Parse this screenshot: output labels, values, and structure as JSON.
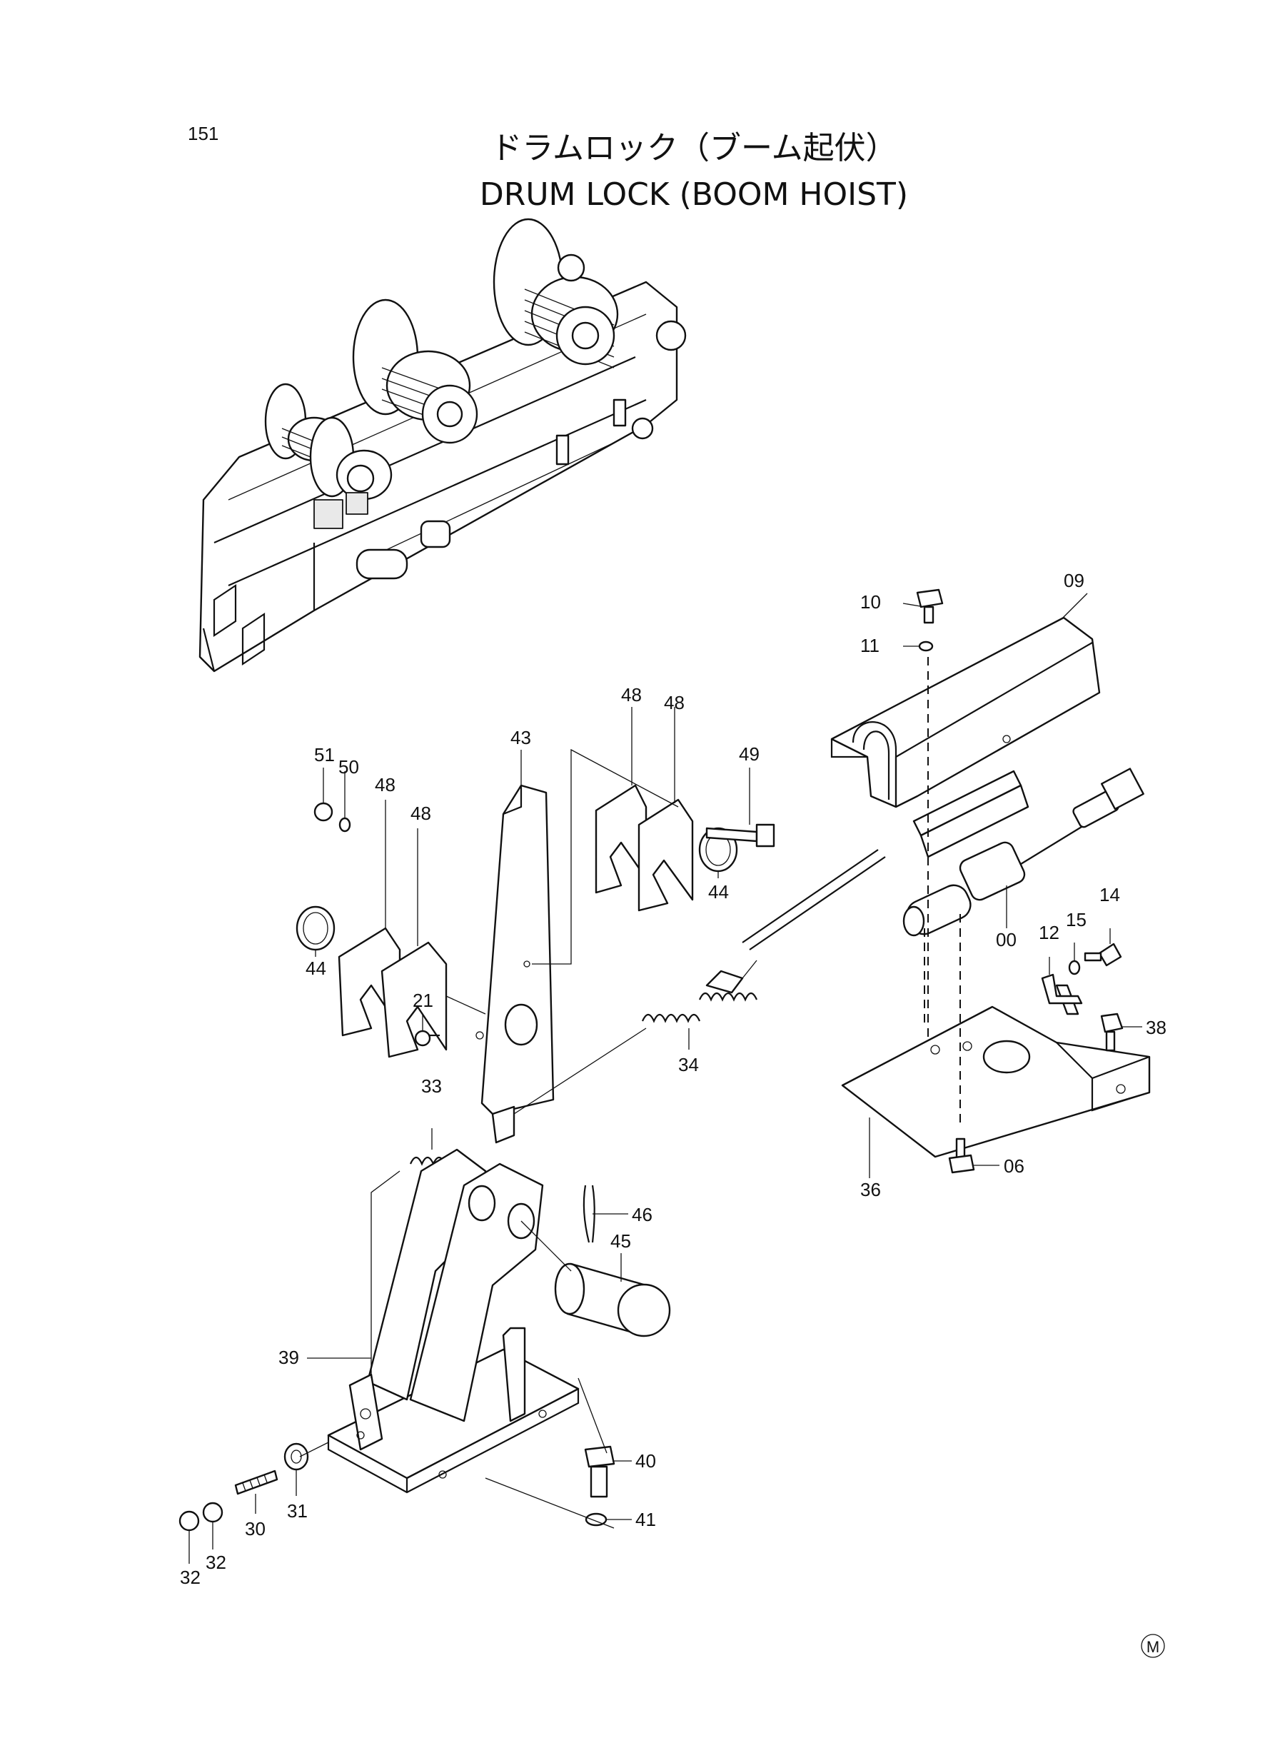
{
  "page": {
    "number": "151",
    "mark": "M"
  },
  "title": {
    "japanese": "ドラムロック（ブーム起伏）",
    "english": "DRUM LOCK (BOOM HOIST)"
  },
  "callouts": {
    "p09": "09",
    "p10": "10",
    "p11": "11",
    "p49": "49",
    "p48a": "48",
    "p48b": "48",
    "p48c": "48",
    "p48d": "48",
    "p43": "43",
    "p51": "51",
    "p50": "50",
    "p44a": "44",
    "p44b": "44",
    "p00": "00",
    "p12": "12",
    "p15": "15",
    "p14": "14",
    "p21": "21",
    "p38": "38",
    "p34": "34",
    "p33": "33",
    "p36": "36",
    "p06": "06",
    "p46": "46",
    "p45": "45",
    "p39": "39",
    "p40": "40",
    "p41": "41",
    "p31": "31",
    "p30": "30",
    "p32a": "32",
    "p32b": "32"
  }
}
